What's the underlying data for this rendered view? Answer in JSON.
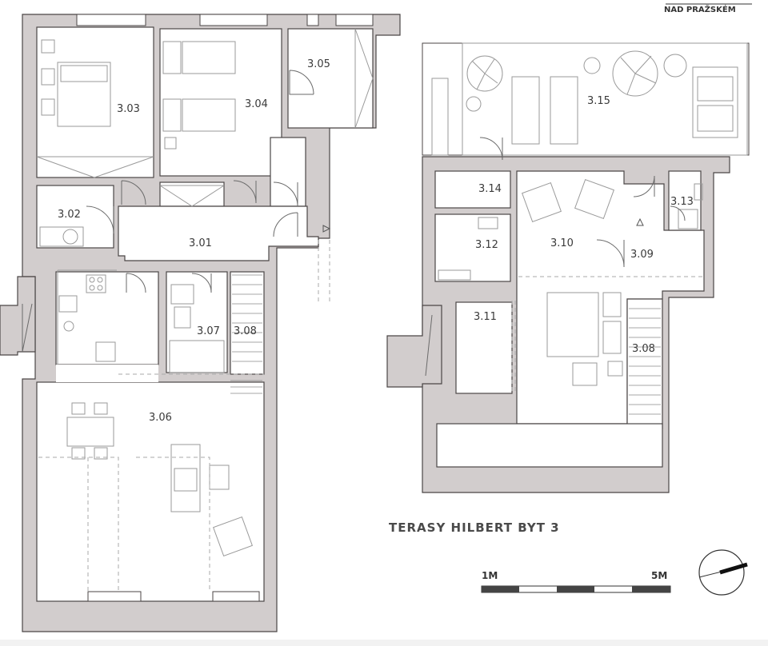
{
  "logo_text": "NAD PRAŽSKÉM",
  "title": "TERASY HILBERT BYT 3",
  "scale": {
    "start_label": "1M",
    "end_label": "5M"
  },
  "rooms": {
    "r301": "3.01",
    "r302": "3.02",
    "r303": "3.03",
    "r304": "3.04",
    "r305": "3.05",
    "r306": "3.06",
    "r307": "3.07",
    "r308a": "3.08",
    "r308b": "3.08",
    "r309": "3.09",
    "r310": "3.10",
    "r311": "3.11",
    "r312": "3.12",
    "r313": "3.13",
    "r314": "3.14",
    "r315": "3.15"
  },
  "colors": {
    "wall_fill": "#d2cdcd",
    "line": "#4b4646",
    "text": "#3a3a3a"
  }
}
